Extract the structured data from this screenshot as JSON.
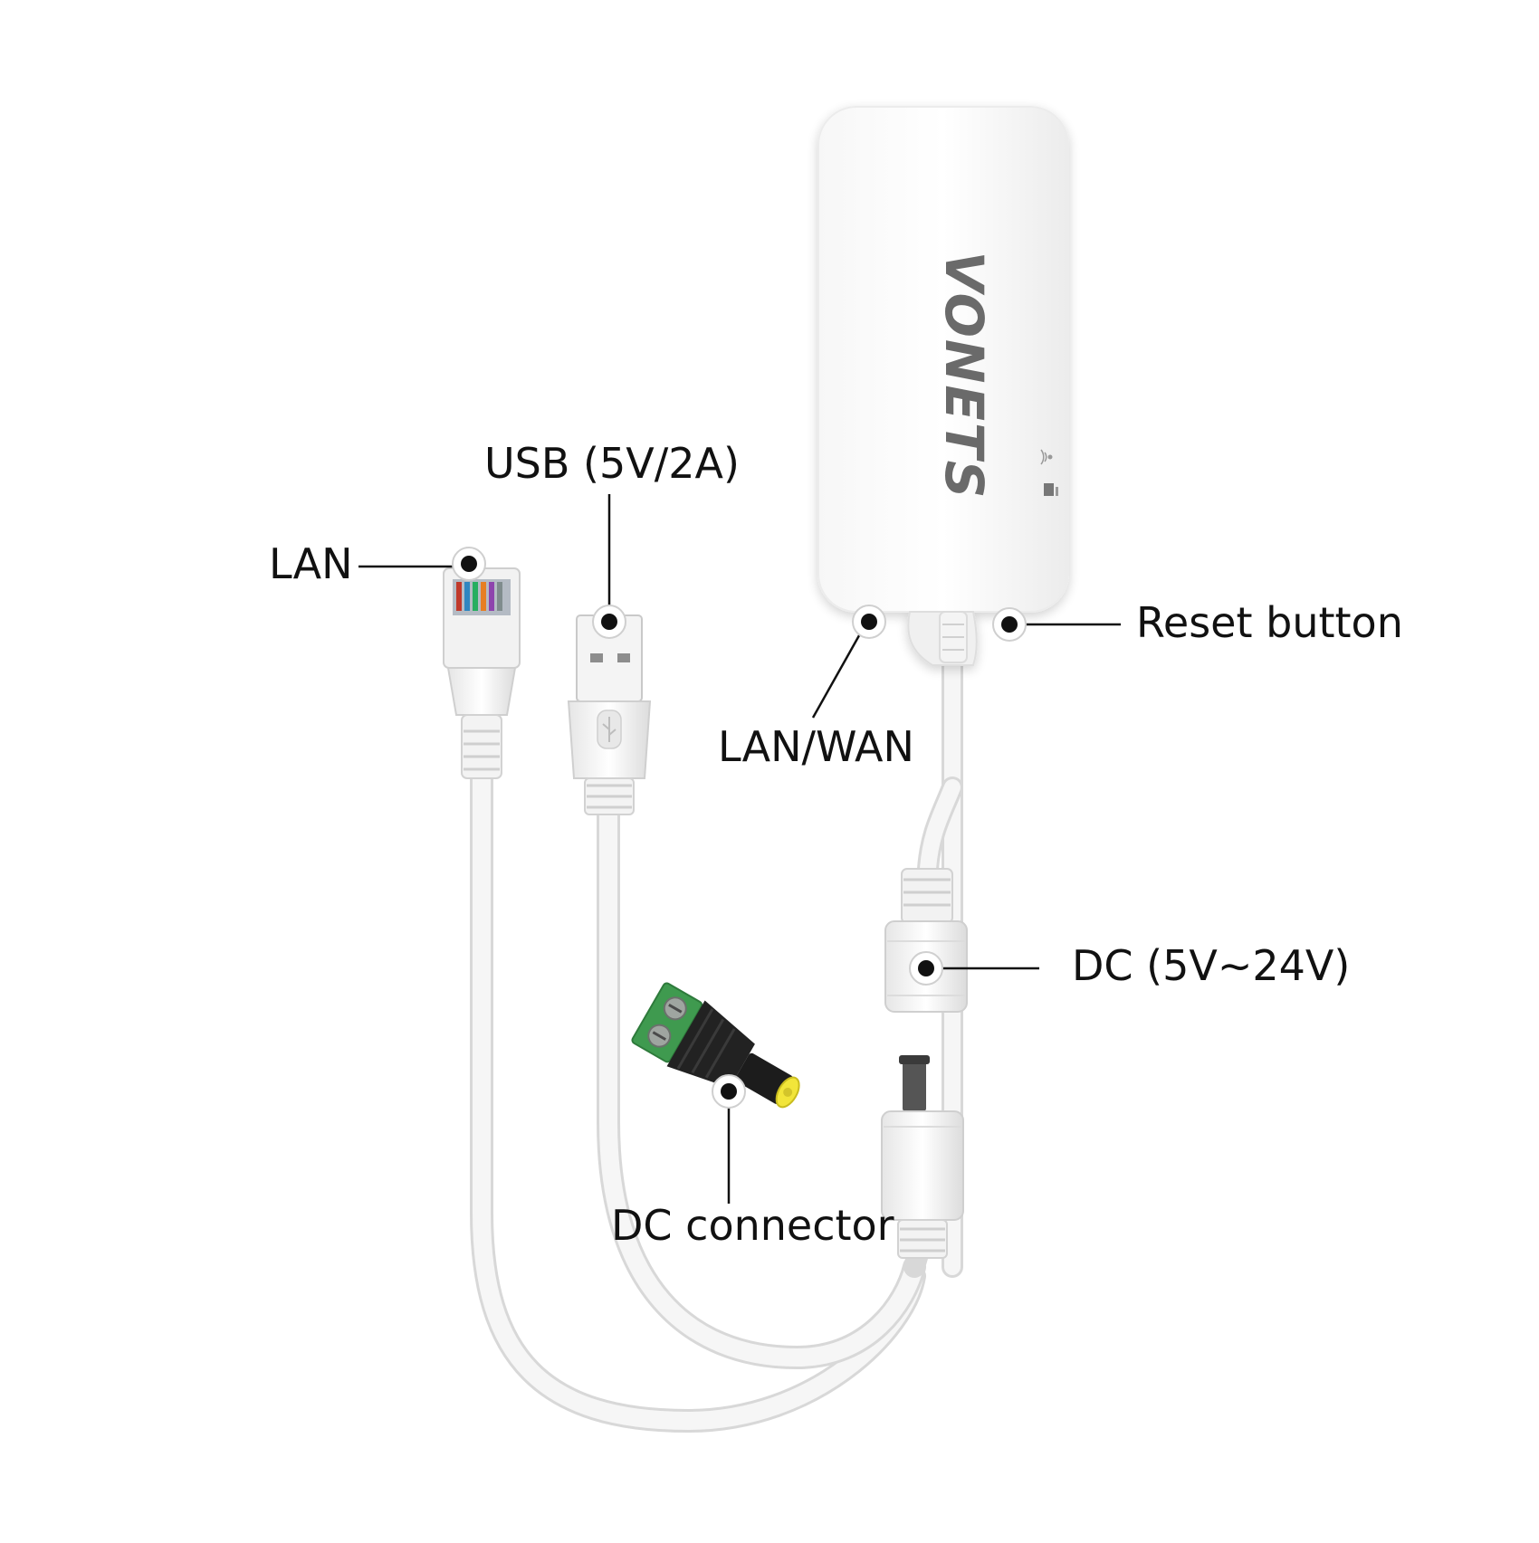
{
  "labels": {
    "lan": "LAN",
    "usb": "USB (5V/2A)",
    "lan_wan": "LAN/WAN",
    "reset": "Reset button",
    "dc": "DC (5V~24V)",
    "dc_connector": "DC connector"
  },
  "logo_text": "VONETS",
  "colors": {
    "background": "#ffffff",
    "device_body": "#fbfbfb",
    "cable": "#f2f2f2",
    "cable_edge": "#d9d9d9",
    "marker": "#111111",
    "connector_green": "#3f9a4f",
    "connector_tip": "#f2e53a",
    "connector_black": "#222222"
  }
}
